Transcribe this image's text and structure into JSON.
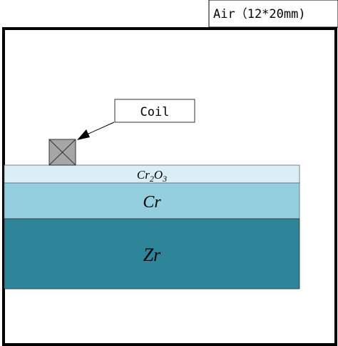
{
  "diagram": {
    "domain_label": "Air（12*20mm)",
    "coil_label": "Coil",
    "layers": {
      "oxide": {
        "label_main": "Cr",
        "label_sub1": "2",
        "label_mid": "O",
        "label_sub2": "3",
        "color": "#d9eef5"
      },
      "chromium": {
        "label": "Cr",
        "color": "#93cfdf"
      },
      "zirconium": {
        "label": "Zr",
        "color": "#2e8498"
      }
    },
    "coil_color": "#a6a6a6"
  }
}
